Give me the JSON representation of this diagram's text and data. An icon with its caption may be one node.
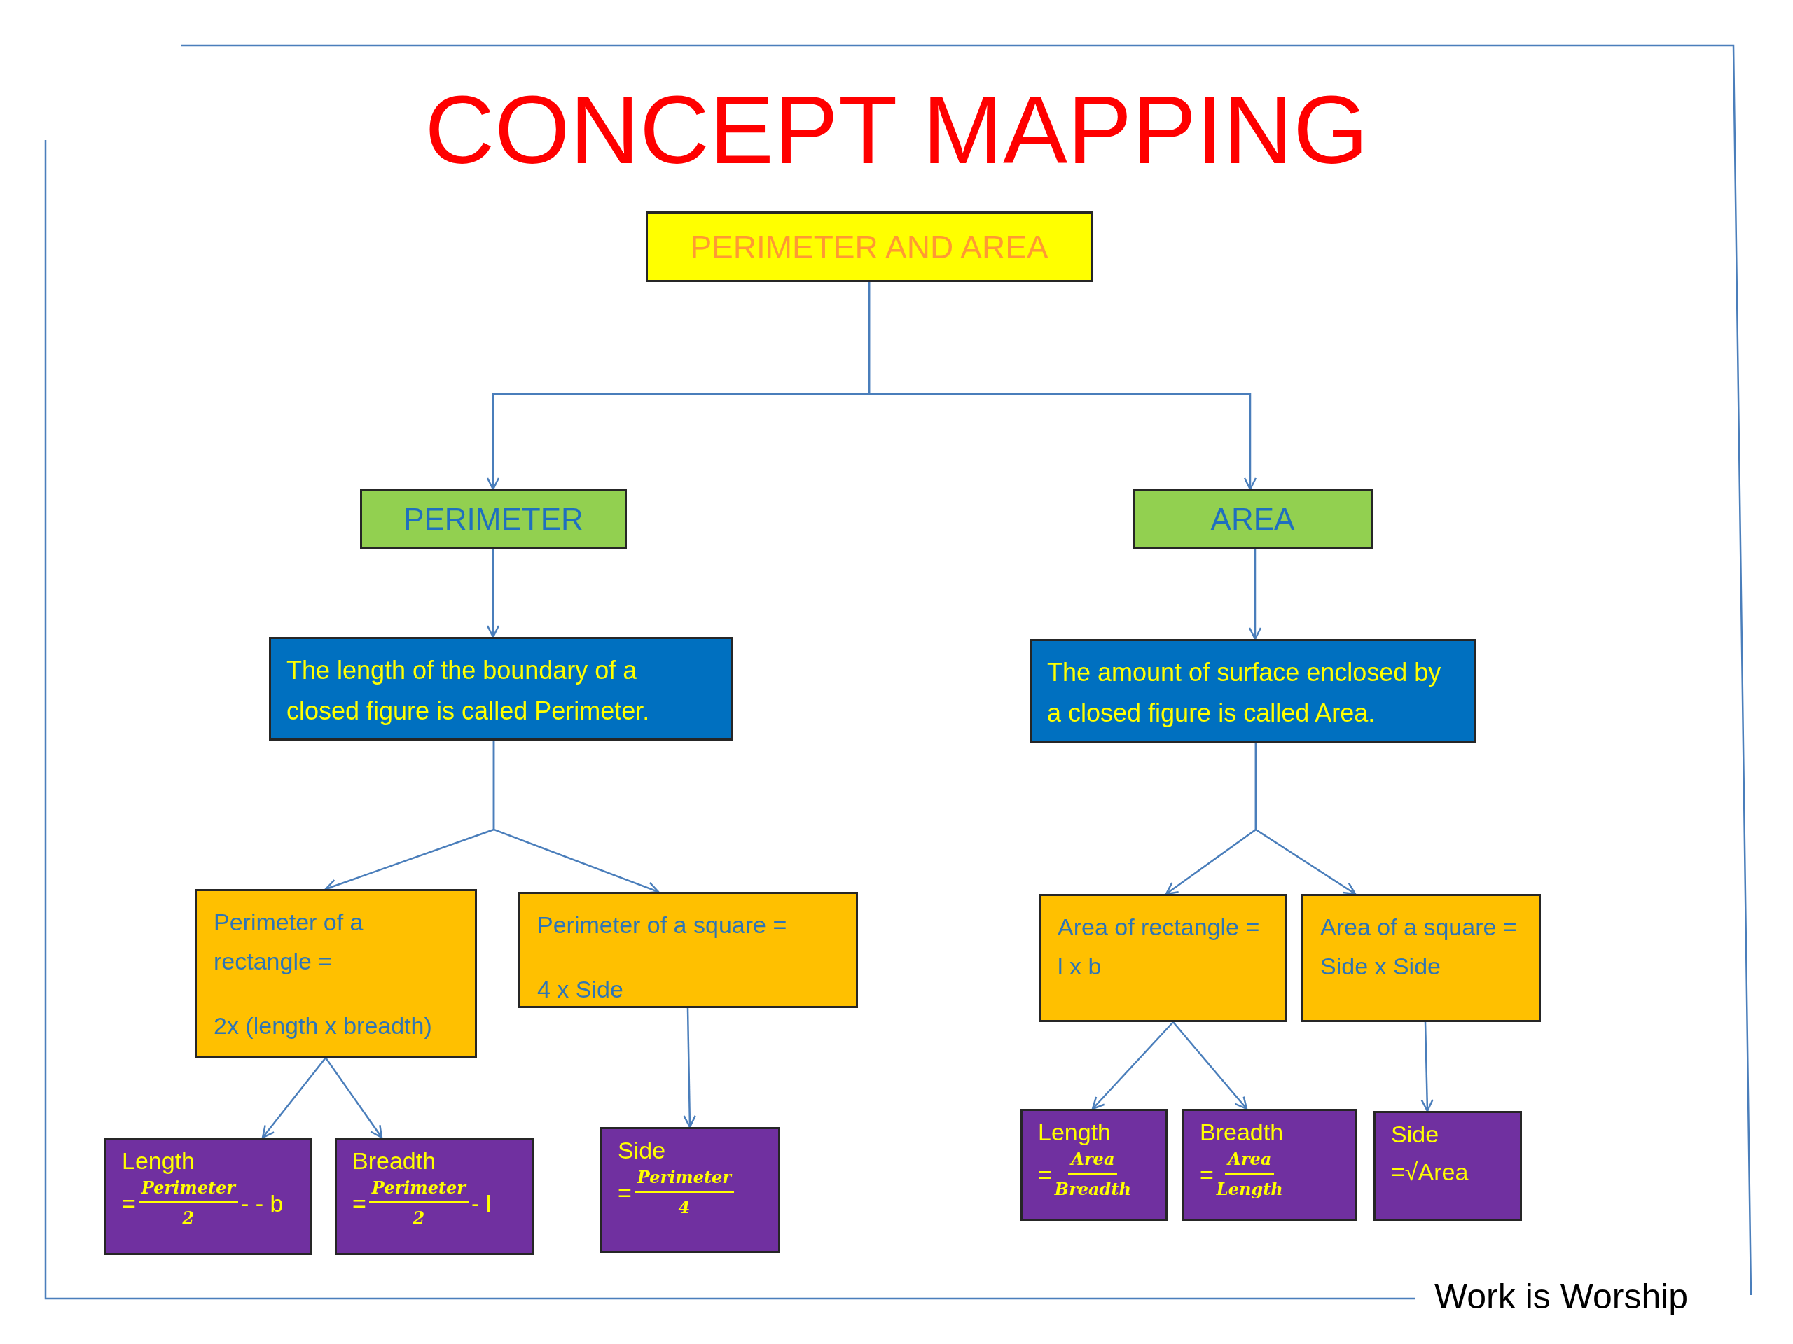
{
  "diagram": {
    "title": "CONCEPT MAPPING",
    "nodes": [
      {
        "text": [
          "PERIMETER AND AREA"
        ]
      },
      {
        "text": [
          "PERIMETER"
        ]
      },
      {
        "text": [
          "AREA"
        ]
      },
      {
        "text": [
          "The length of the boundary of a closed figure is called Perimeter."
        ]
      },
      {
        "text": [
          "The amount of surface enclosed by a closed figure is called Area."
        ]
      },
      {
        "text": [
          "Perimeter of a rectangle =",
          "2x (length x breadth)"
        ]
      },
      {
        "text": [
          "Perimeter of a square =",
          "4 x Side"
        ]
      },
      {
        "text": [
          "Area of rectangle = l x b"
        ]
      },
      {
        "text": [
          "Area of a square = Side x Side"
        ]
      },
      {
        "text": [
          "Length",
          "=",
          "Perimeter",
          "2",
          "- - b"
        ]
      },
      {
        "text": [
          "Breadth",
          "=",
          "Perimeter",
          "2",
          "- l"
        ]
      },
      {
        "text": [
          "Side",
          "=",
          "Perimeter",
          "4"
        ]
      },
      {
        "text": [
          "Length",
          "=",
          "Area",
          "Breadth"
        ]
      },
      {
        "text": [
          "Breadth",
          "=",
          "Area",
          "Length"
        ]
      },
      {
        "text": [
          "Side",
          "=√Area"
        ]
      }
    ],
    "edges": [
      {
        "from": 0,
        "to": 1,
        "arrow": "to"
      },
      {
        "from": 0,
        "to": 2,
        "arrow": "to"
      },
      {
        "from": 1,
        "to": 3,
        "arrow": "to"
      },
      {
        "from": 2,
        "to": 4,
        "arrow": "to"
      },
      {
        "from": 3,
        "to": 5,
        "arrow": "to"
      },
      {
        "from": 3,
        "to": 6,
        "arrow": "to"
      },
      {
        "from": 4,
        "to": 7,
        "arrow": "to"
      },
      {
        "from": 4,
        "to": 8,
        "arrow": "to"
      },
      {
        "from": 5,
        "to": 9,
        "arrow": "to"
      },
      {
        "from": 5,
        "to": 10,
        "arrow": "to"
      },
      {
        "from": 6,
        "to": 11,
        "arrow": "to"
      },
      {
        "from": 7,
        "to": 12,
        "arrow": "to"
      },
      {
        "from": 7,
        "to": 13,
        "arrow": "to"
      },
      {
        "from": 8,
        "to": 14,
        "arrow": "to"
      }
    ],
    "labels": [
      "Work is Worship"
    ]
  }
}
